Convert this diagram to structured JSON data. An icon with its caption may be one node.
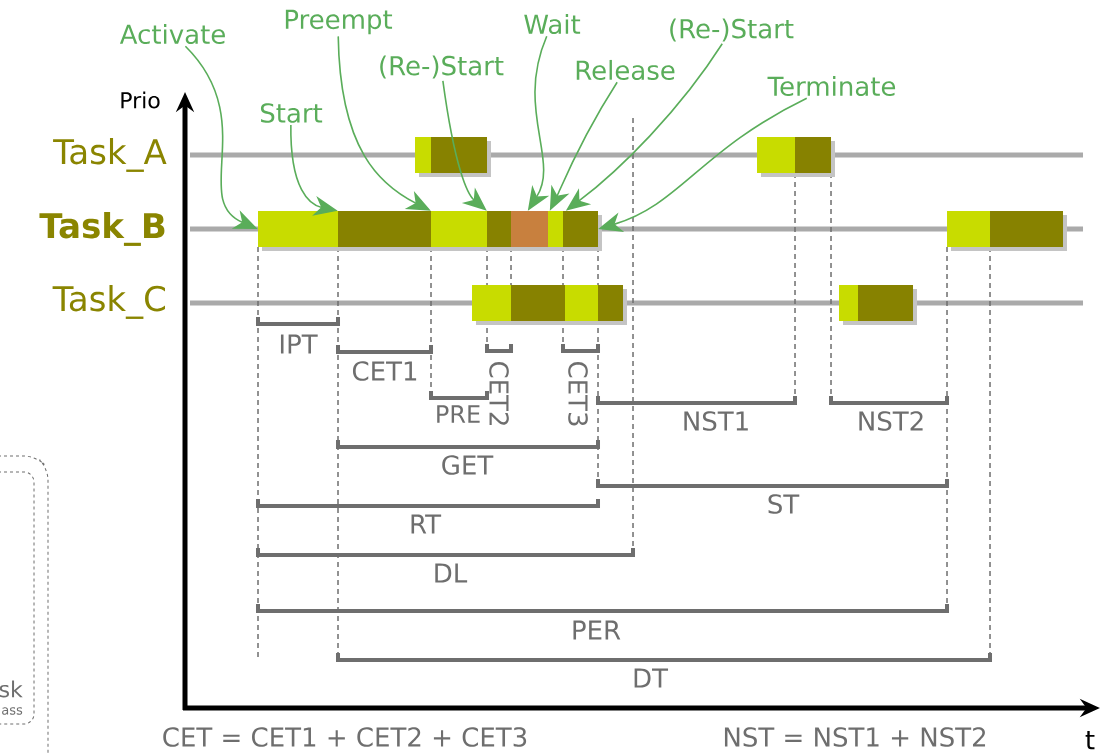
{
  "diagram": {
    "nodes": [
      {
        "text": [
          "Activate"
        ]
      },
      {
        "text": [
          "Start"
        ]
      },
      {
        "text": [
          "Preempt"
        ]
      },
      {
        "text": [
          "(Re-)Start"
        ]
      },
      {
        "text": [
          "Wait"
        ]
      },
      {
        "text": [
          "Release"
        ]
      },
      {
        "text": [
          "(Re-)Start"
        ]
      },
      {
        "text": [
          "Terminate"
        ]
      },
      {
        "text": [],
        "shape": "bar"
      }
    ],
    "edges": [
      {
        "from": 0,
        "to": 8,
        "arrow": "to"
      },
      {
        "from": 1,
        "to": 8,
        "arrow": "to"
      },
      {
        "from": 2,
        "to": 8,
        "arrow": "to"
      },
      {
        "from": 3,
        "to": 8,
        "arrow": "to"
      },
      {
        "from": 4,
        "to": 8,
        "arrow": "to"
      },
      {
        "from": 5,
        "to": 8,
        "arrow": "to"
      },
      {
        "from": 6,
        "to": 8,
        "arrow": "to"
      },
      {
        "from": 7,
        "to": 8,
        "arrow": "to"
      }
    ],
    "labels": [
      "Prio",
      "Task_A",
      "Task_B",
      "Task_C",
      "IPT",
      "CET1",
      "PRE",
      "CET2",
      "CET3",
      "NST1",
      "NST2",
      "GET",
      "ST",
      "RT",
      "DL",
      "PER",
      "DT",
      "CET = CET1 + CET2 + CET3",
      "NST = NST1 + NST2",
      "t",
      "sk",
      "ass"
    ]
  }
}
